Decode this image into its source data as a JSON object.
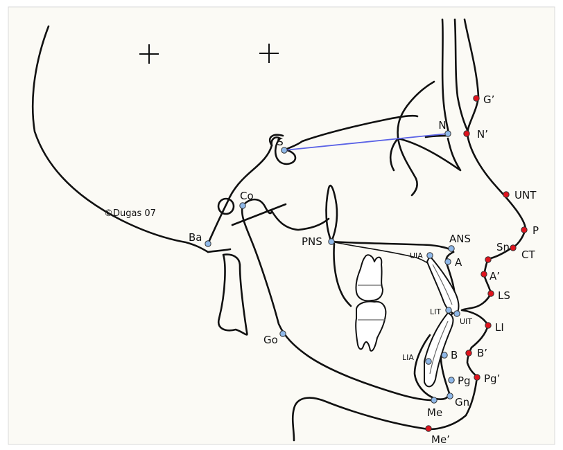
{
  "copyright": "©Dugas 07",
  "colors": {
    "skeletal_point": "#8fb8e8",
    "soft_tissue_point": "#e0141e",
    "sn_line": "#5a62e6",
    "stroke": "#111111"
  },
  "skeletal_landmarks": [
    {
      "id": "S",
      "label": "S"
    },
    {
      "id": "N",
      "label": "N"
    },
    {
      "id": "Co",
      "label": "Co"
    },
    {
      "id": "Ba",
      "label": "Ba"
    },
    {
      "id": "PNS",
      "label": "PNS"
    },
    {
      "id": "ANS",
      "label": "ANS"
    },
    {
      "id": "A",
      "label": "A"
    },
    {
      "id": "UIA",
      "label": "UIA"
    },
    {
      "id": "LIT",
      "label": "LIT"
    },
    {
      "id": "UIT",
      "label": "UIT"
    },
    {
      "id": "B",
      "label": "B"
    },
    {
      "id": "LIA",
      "label": "LIA"
    },
    {
      "id": "Pg",
      "label": "Pg"
    },
    {
      "id": "Gn",
      "label": "Gn"
    },
    {
      "id": "Me",
      "label": "Me"
    },
    {
      "id": "Go",
      "label": "Go"
    }
  ],
  "soft_tissue_landmarks": [
    {
      "id": "G_prime",
      "label": "G’"
    },
    {
      "id": "N_prime",
      "label": "N’"
    },
    {
      "id": "UNT",
      "label": "UNT"
    },
    {
      "id": "P",
      "label": "P"
    },
    {
      "id": "CT",
      "label": "CT"
    },
    {
      "id": "Sn",
      "label": "Sn"
    },
    {
      "id": "A_prime",
      "label": "A’"
    },
    {
      "id": "LS",
      "label": "LS"
    },
    {
      "id": "LI",
      "label": "LI"
    },
    {
      "id": "B_prime",
      "label": "B’"
    },
    {
      "id": "Pg_prime",
      "label": "Pg’"
    },
    {
      "id": "Me_prime",
      "label": "Me’"
    }
  ],
  "reference_line": {
    "from": "S",
    "to": "N"
  }
}
